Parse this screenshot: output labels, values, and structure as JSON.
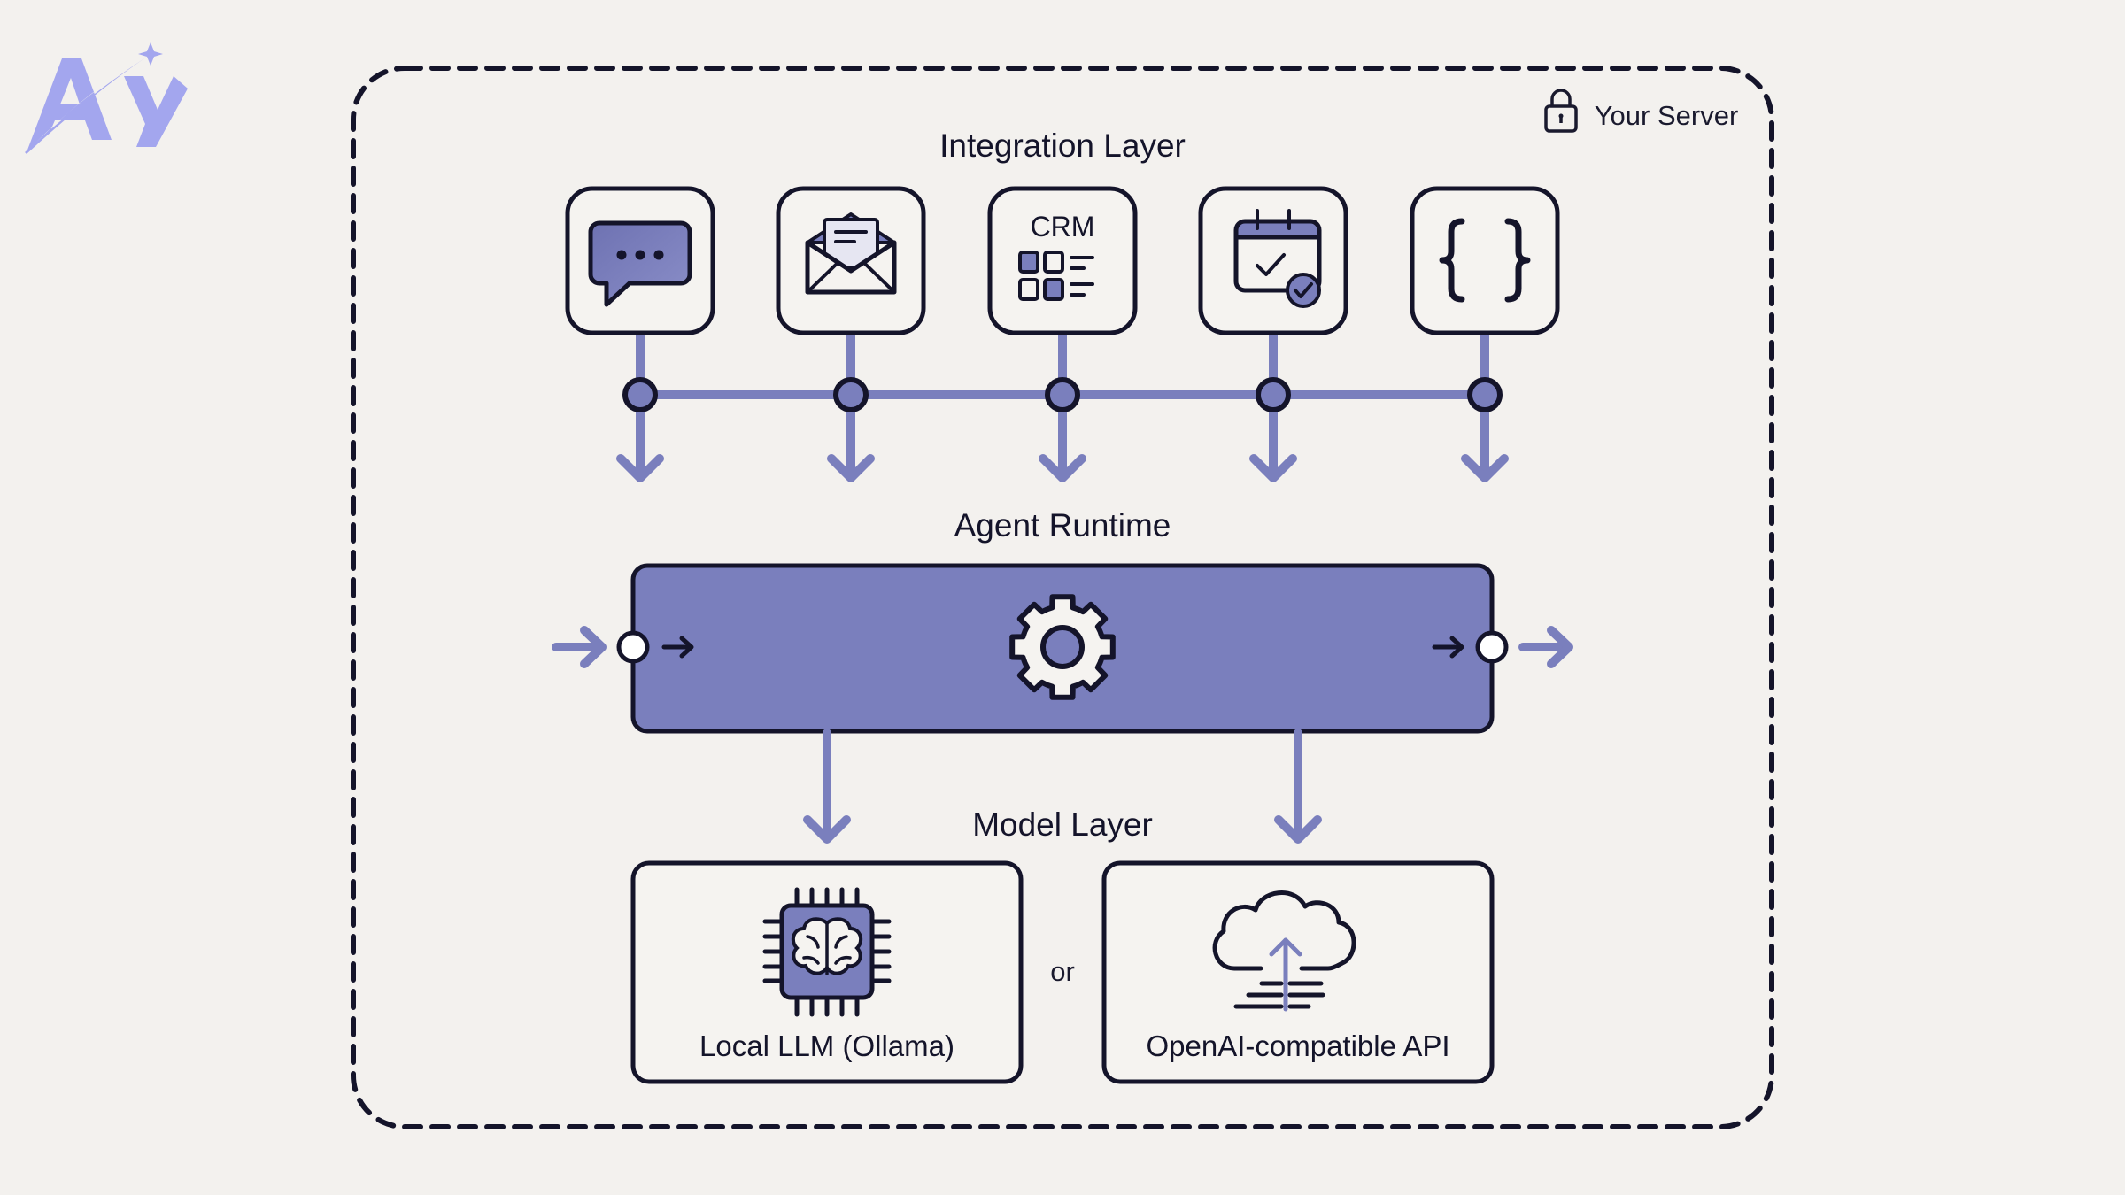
{
  "logo": {
    "text": "AY",
    "icon": "ay-star-logo"
  },
  "boundary": {
    "label": "Your Server",
    "icon": "lock-icon"
  },
  "colors": {
    "background": "#f3f1ee",
    "accent": "#7a7fbd",
    "accent_dark": "#6b70b0",
    "stroke": "#14142a",
    "logo": "#a3a6ee",
    "card_fill": "#f5f3f0"
  },
  "integration_layer": {
    "title": "Integration Layer",
    "items": [
      {
        "name": "chat",
        "icon": "chat-bubble-icon"
      },
      {
        "name": "email",
        "icon": "email-envelope-icon"
      },
      {
        "name": "crm",
        "icon": "crm-grid-icon",
        "text": "CRM"
      },
      {
        "name": "calendar",
        "icon": "calendar-check-icon"
      },
      {
        "name": "api",
        "icon": "curly-braces-icon",
        "text": "{ }"
      }
    ]
  },
  "agent_runtime": {
    "title": "Agent Runtime",
    "icon": "gear-icon",
    "input_port": "input-port",
    "output_port": "output-port"
  },
  "model_layer": {
    "title": "Model Layer",
    "separator": "or",
    "options": [
      {
        "label": "Local LLM (Ollama)",
        "icon": "brain-chip-icon"
      },
      {
        "label": "OpenAI-compatible API",
        "icon": "cloud-upload-icon"
      }
    ]
  }
}
